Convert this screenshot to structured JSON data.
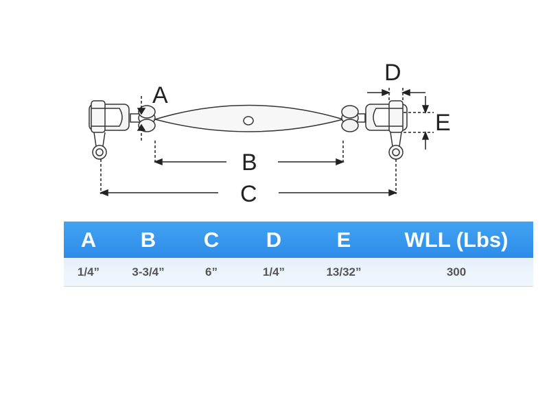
{
  "diagram": {
    "labels": {
      "a": "A",
      "b": "B",
      "c": "C",
      "d": "D",
      "e": "E"
    }
  },
  "spec_table": {
    "headers": [
      "A",
      "B",
      "C",
      "D",
      "E",
      "WLL (Lbs)"
    ],
    "rows": [
      [
        "1/4”",
        "3-3/4”",
        "6”",
        "1/4”",
        "13/32”",
        "300"
      ]
    ]
  },
  "colors": {
    "header_blue": "#2d8ce8",
    "row_tint": "#eaf2fc",
    "line": "#222222"
  }
}
